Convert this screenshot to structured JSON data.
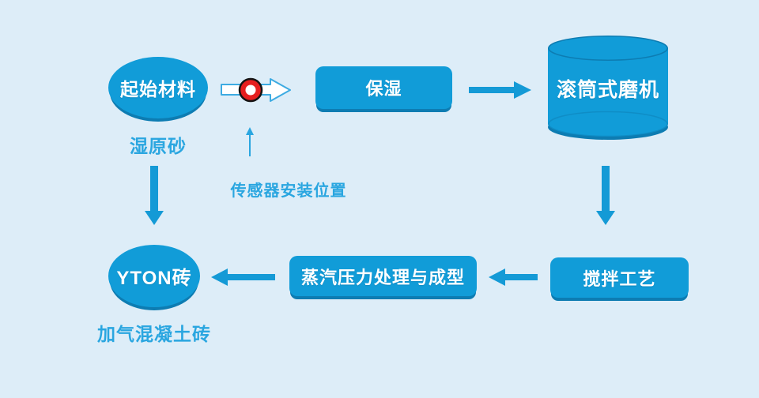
{
  "colors": {
    "background": "#ddedf8",
    "node_fill": "#119cd8",
    "node_shadow": "#0d7cb2",
    "node_text": "#ffffff",
    "label_text": "#2aa6e0",
    "arrow": "#149ad6",
    "hollow_arrow_outline": "#3dabe2",
    "hollow_arrow_fill": "#ffffff",
    "sensor_red": "#e61e1e",
    "sensor_outline": "#141414",
    "sensor_center": "#ffffff"
  },
  "nodes": {
    "start": {
      "shape": "ellipse",
      "label": "起始材料",
      "sublabel": "湿原砂"
    },
    "humidify": {
      "shape": "rounded-rect",
      "label": "保湿"
    },
    "drum_mill": {
      "shape": "cylinder",
      "label": "滚筒式磨机"
    },
    "mixing": {
      "shape": "rounded-rect",
      "label": "搅拌工艺"
    },
    "steam_forming": {
      "shape": "rounded-rect",
      "label": "蒸汽压力处理与成型"
    },
    "yton_brick": {
      "shape": "ellipse",
      "label": "YTON砖",
      "sublabel": "加气混凝土砖"
    }
  },
  "annotations": {
    "sensor_position": "传感器安装位置"
  },
  "edges": [
    {
      "from": "start",
      "to": "humidify",
      "via": "sensor-marker"
    },
    {
      "from": "humidify",
      "to": "drum_mill"
    },
    {
      "from": "drum_mill",
      "to": "mixing"
    },
    {
      "from": "mixing",
      "to": "steam_forming"
    },
    {
      "from": "steam_forming",
      "to": "yton_brick"
    },
    {
      "from": "start",
      "to": "yton_brick"
    }
  ]
}
